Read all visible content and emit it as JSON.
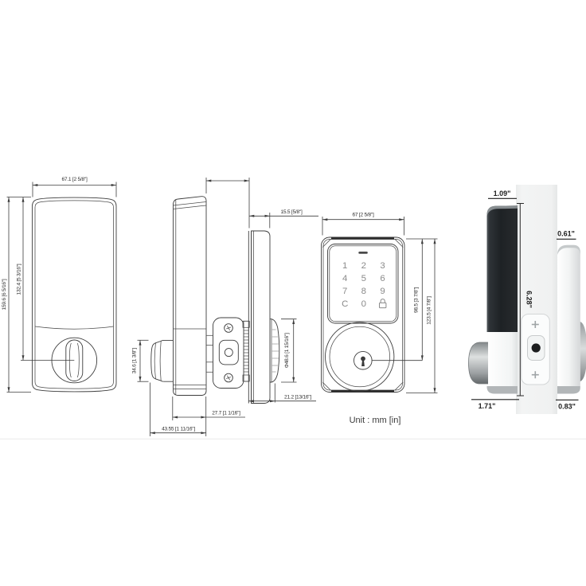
{
  "unit_note": "Unit : mm [in]",
  "interior_front_view": {
    "dim_width": "67.1 [2 5/8\"]",
    "dim_height_total": "159.6 [6 5/16\"]",
    "dim_height_to_turn": "132.4 [5 3/16\"]"
  },
  "side_view": {
    "dim_turn_knob_height": "34.6 [1 3/8\"]",
    "dim_exterior_depth": "15.5 [5/8\"]",
    "dim_cylinder_diameter": "Φ48.6 [1 15/16\"]",
    "dim_exterior_total_depth": "21.2 [13/16\"]",
    "dim_interior_depth": "27.7 [1 1/16\"]",
    "dim_interior_total_depth": "43.55 [1 11/16\"]"
  },
  "exterior_front_view": {
    "dim_width": "67 [2 5/8\"]",
    "dim_top_to_keyhole": "98.5 [3 7/8\"]",
    "dim_height": "123.5 [4 7/8\"]",
    "keypad_keys": [
      "1",
      "2",
      "3",
      "4",
      "5",
      "6",
      "7",
      "8",
      "9",
      "C",
      "0"
    ]
  },
  "product_side_view": {
    "dim_exterior_top_depth": "1.09\"",
    "dim_interior_top_depth": "0.61\"",
    "dim_height": "6.28\"",
    "dim_exterior_bottom_depth": "1.71\"",
    "dim_interior_bottom_depth": "0.83\""
  },
  "colors": {
    "line": "#3d3d3d",
    "keypad_text": "#8a8a8a",
    "exterior_black": "#24282b",
    "door_gray": "#eff1f1"
  }
}
